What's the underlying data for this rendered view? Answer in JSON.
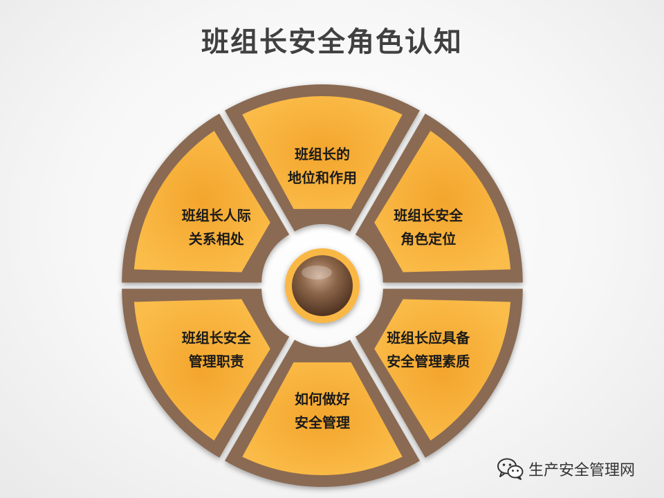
{
  "title": "班组长安全角色认知",
  "segments": [
    {
      "line1": "班组长的",
      "line2": "地位和作用"
    },
    {
      "line1": "班组长安全",
      "line2": "角色定位"
    },
    {
      "line1": "班组长应具备",
      "line2": "安全管理素质"
    },
    {
      "line1": "如何做好",
      "line2": "安全管理"
    },
    {
      "line1": "班组长安全",
      "line2": "管理职责"
    },
    {
      "line1": "班组长人际",
      "line2": "关系相处"
    }
  ],
  "watermark": {
    "text": "生产安全管理网",
    "icon": "wechat-icon"
  },
  "colors": {
    "segment_fill": "#f9b844",
    "rim": "#8a6a52",
    "title": "#404040",
    "hub": "#6b4a33"
  }
}
